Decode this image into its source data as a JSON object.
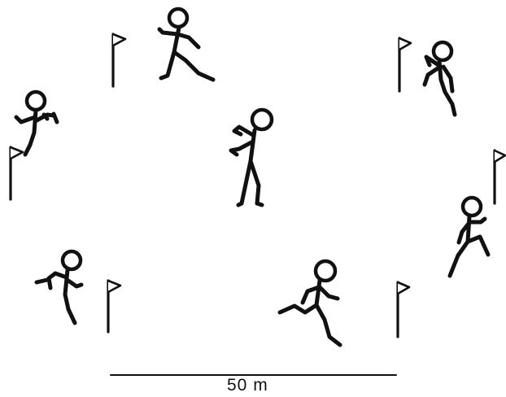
{
  "scale": {
    "label": "50 m"
  },
  "figures": {
    "center": "coach",
    "outer": [
      "runner",
      "runner",
      "runner",
      "runner",
      "runner",
      "runner"
    ]
  },
  "markers": {
    "count": 6,
    "type": "flag"
  },
  "colors": {
    "ink": "#111111",
    "background": "#ffffff"
  }
}
